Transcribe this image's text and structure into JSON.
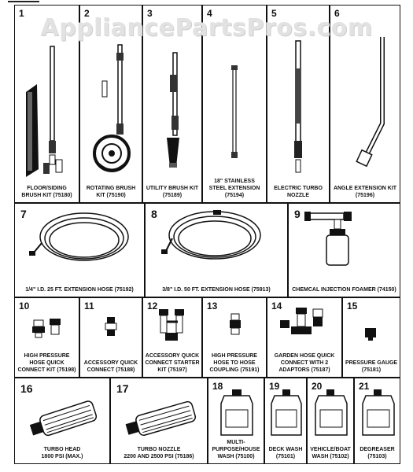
{
  "watermark": "AppliancePartsPros.com",
  "parts": [
    {
      "num": "1",
      "name": "FLOOR/SIDING BRUSH KIT",
      "pn": "(75180)"
    },
    {
      "num": "2",
      "name": "ROTATING BRUSH KIT",
      "pn": "(75190)"
    },
    {
      "num": "3",
      "name": "UTILITY BRUSH KIT",
      "pn": "(75189)"
    },
    {
      "num": "4",
      "name": "18\" STAINLESS STEEL EXTENSION",
      "pn": "(75194)"
    },
    {
      "num": "5",
      "name": "ELECTRIC TURBO NOZZLE",
      "pn": ""
    },
    {
      "num": "6",
      "name": "ANGLE EXTENSION KIT",
      "pn": "(75196)"
    },
    {
      "num": "7",
      "name": "1/4\" I.D. 25 ft. EXTENSION HOSE",
      "pn": "(75192)"
    },
    {
      "num": "8",
      "name": "3/8\" I.D. 50 ft. EXTENSION HOSE",
      "pn": "(75913)"
    },
    {
      "num": "9",
      "name": "CHEMCAL INJECTION FOAMER",
      "pn": "(74150)"
    },
    {
      "num": "10",
      "name": "HIGH PRESSURE HOSE QUICK CONNECT KIT",
      "pn": "(75198)"
    },
    {
      "num": "11",
      "name": "ACCESSORY QUICK CONNECT",
      "pn": "(75188)"
    },
    {
      "num": "12",
      "name": "ACCESSORY QUICK CONNECT STARTER KIT",
      "pn": "(75197)"
    },
    {
      "num": "13",
      "name": "HIGH PRESSURE HOSE TO HOSE COUPLING",
      "pn": "(75191)"
    },
    {
      "num": "14",
      "name": "GARDEN HOSE QUICK CONNECT WITH 2 ADAPTORS",
      "pn": "(75187)"
    },
    {
      "num": "15",
      "name": "PRESSURE GAUGE",
      "pn": "(75181)"
    },
    {
      "num": "16",
      "name": "TURBO HEAD",
      "pn": "1800 PSI (max.)"
    },
    {
      "num": "17",
      "name": "TURBO NOZZLE",
      "pn": "2200 and 2500 PSI (75186)"
    },
    {
      "num": "18",
      "name": "MULTI-PURPOSE/HOUSE WASH",
      "pn": "(75100)"
    },
    {
      "num": "19",
      "name": "DECK WASH",
      "pn": "(75101)"
    },
    {
      "num": "20",
      "name": "VEHICLE/BOAT WASH",
      "pn": "(75102)"
    },
    {
      "num": "21",
      "name": "DEGREASER",
      "pn": "(75103)"
    }
  ]
}
